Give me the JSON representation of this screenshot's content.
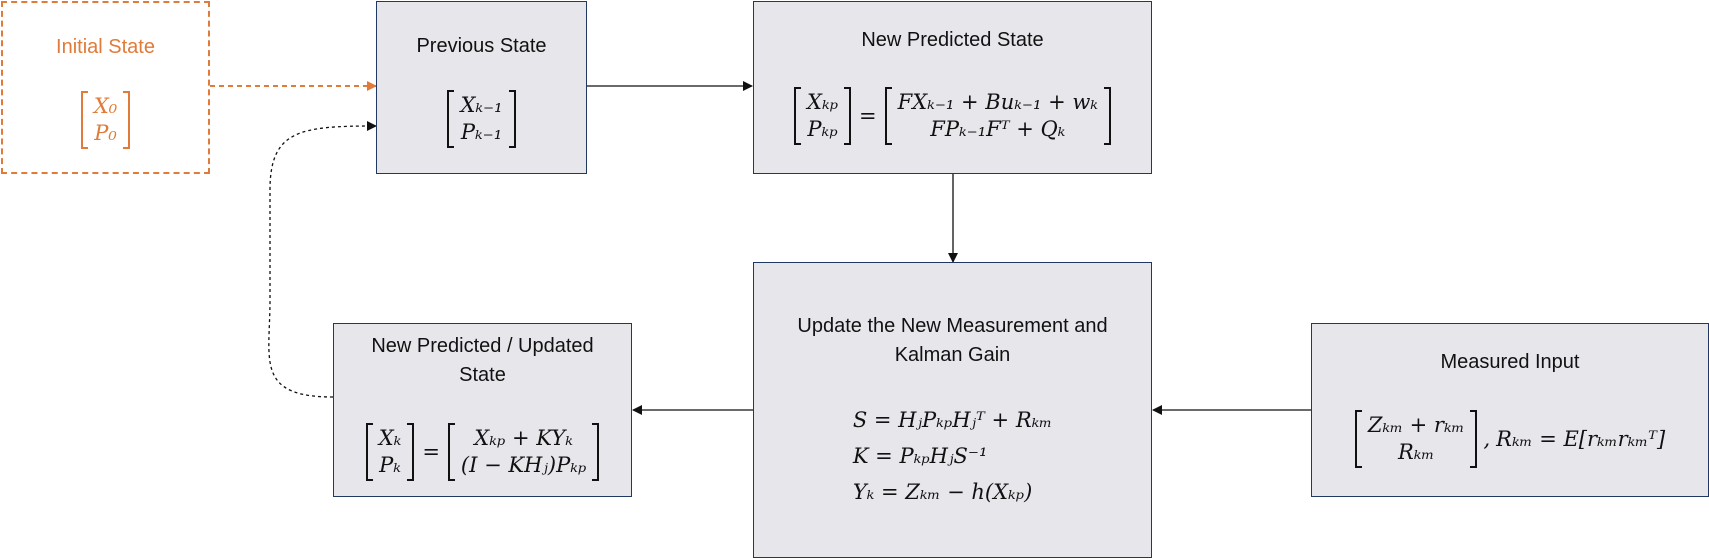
{
  "initial_state": {
    "title": "Initial State",
    "matrix": [
      "X₀",
      "P₀"
    ]
  },
  "previous_state": {
    "title": "Previous State",
    "matrix": [
      "Xₖ₋₁",
      "Pₖ₋₁"
    ]
  },
  "new_predicted_state": {
    "title": "New Predicted State",
    "lhs": [
      "Xₖₚ",
      "Pₖₚ"
    ],
    "rhs": [
      "FXₖ₋₁ + Buₖ₋₁ + wₖ",
      "FPₖ₋₁Fᵀ + Qₖ"
    ],
    "equals": "="
  },
  "update": {
    "title_line1": "Update the New Measurement and",
    "title_line2": "Kalman Gain",
    "equations": [
      "S = HⱼPₖₚHⱼᵀ + Rₖₘ",
      "K = PₖₚHⱼS⁻¹",
      "Yₖ = Zₖₘ − h(Xₖₚ)"
    ]
  },
  "updated_state": {
    "title_line1": "New Predicted / Updated",
    "title_line2": "State",
    "lhs": [
      "Xₖ",
      "Pₖ"
    ],
    "rhs": [
      "Xₖₚ + KYₖ",
      "(I − KHⱼ)Pₖₚ"
    ],
    "equals": "="
  },
  "measured_input": {
    "title": "Measured Input",
    "matrix": [
      "Zₖₘ + rₖₘ",
      "Rₖₘ"
    ],
    "separator": ",",
    "covariance": "Rₖₘ = E[rₖₘrₖₘᵀ]"
  },
  "colors": {
    "box_fill": "#e7e6eb",
    "box_border": "#1f3864",
    "initial_accent": "#e07b39",
    "arrow": "#111111"
  }
}
